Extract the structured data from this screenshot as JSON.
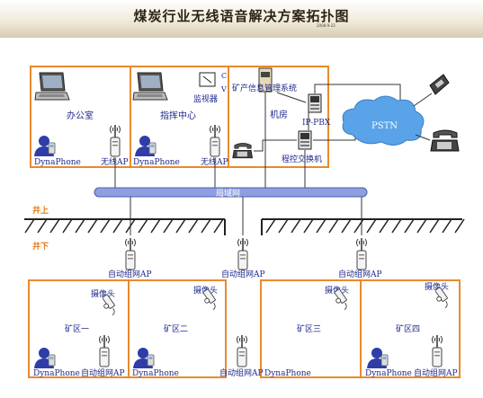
{
  "header": {
    "title": "煤炭行业无线语音解决方案拓扑图",
    "date": "2008-9-23"
  },
  "top_zones": {
    "office": {
      "label": "办公室",
      "phone": "DynaPhone",
      "ap": "无线AP"
    },
    "command": {
      "label": "指挥中心",
      "monitor": "监视器",
      "cv": "C\nV",
      "phone": "DynaPhone",
      "ap": "无线AP"
    },
    "machine_room": {
      "mis": "矿产信息管理系统",
      "room": "机房",
      "ippbx": "IP-PBX",
      "pbx": "程控交换机"
    }
  },
  "pstn": "PSTN",
  "lan": "局域网",
  "ground": {
    "above": "井上",
    "below": "井下"
  },
  "mesh_ap": "自动组网AP",
  "mines": [
    {
      "label": "矿区一",
      "camera": "摄像头",
      "phone": "DynaPhone",
      "ap": "自动组网AP"
    },
    {
      "label": "矿区二",
      "camera": "摄像头"
    },
    {
      "label": "矿区三",
      "camera": "摄像头"
    },
    {
      "label": "矿区四",
      "camera": "摄像头",
      "phone": "DynaPhone",
      "ap": "自动组网AP"
    }
  ],
  "middle_ap": "自动组网AP",
  "middle_phone": "DynaPhone",
  "colors": {
    "zone_border": "#e98a2c",
    "label": "#1f2a8c",
    "ground_text": "#e87a12",
    "lan": "#7c8dd8",
    "cloud": "#5aa3e8"
  }
}
